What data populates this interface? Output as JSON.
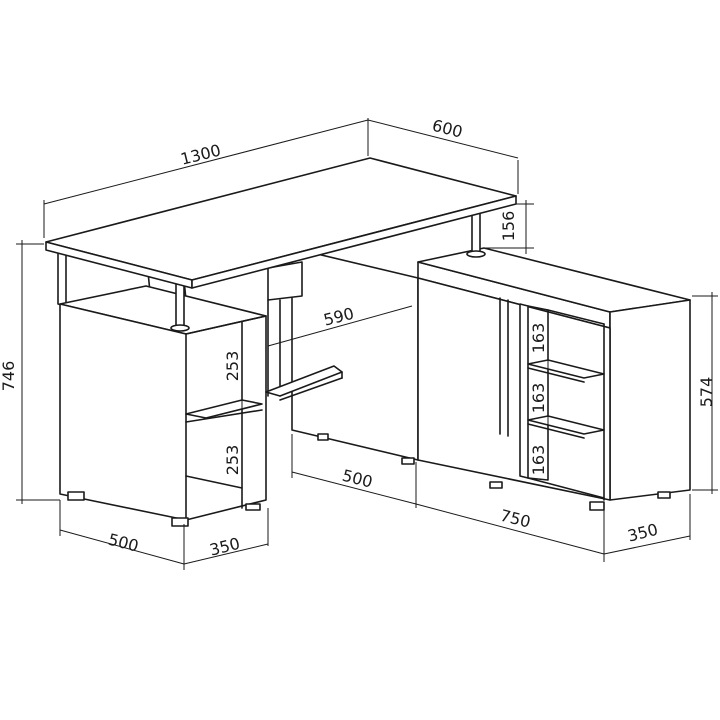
{
  "dimensions": {
    "width_total": "1300",
    "depth_total": "600",
    "top_thickness_offset": "156",
    "height_total": "746",
    "height_return": "574",
    "shelf_gap_upper": "253",
    "shelf_gap_lower": "253",
    "knee_width": "590",
    "left_unit_width": "500",
    "left_unit_depth": "350",
    "center_span": "500",
    "right_unit_width": "750",
    "right_unit_depth": "350",
    "shelf_gap_r1": "163",
    "shelf_gap_r2": "163",
    "shelf_gap_r3": "163"
  }
}
